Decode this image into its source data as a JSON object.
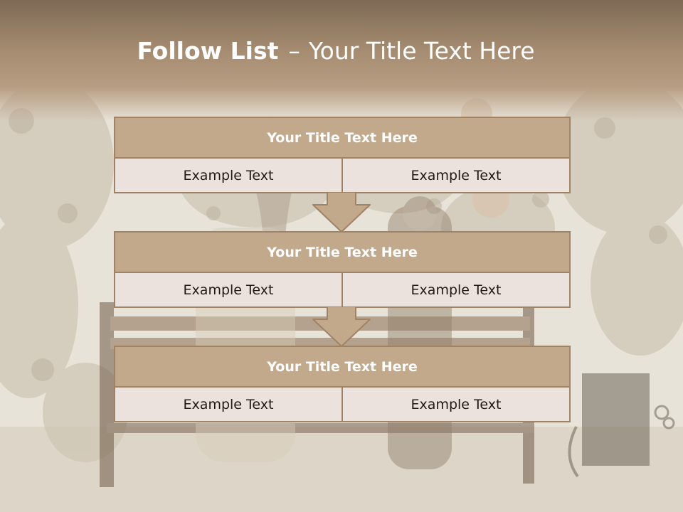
{
  "slide": {
    "title_bold": "Follow List",
    "title_dash": "–",
    "title_rest": "Your Title Text Here"
  },
  "list": [
    {
      "title": "Your Title Text Here",
      "left": "Example Text",
      "right": "Example Text"
    },
    {
      "title": "Your Title Text Here",
      "left": "Example Text",
      "right": "Example Text"
    },
    {
      "title": "Your Title Text Here",
      "left": "Example Text",
      "right": "Example Text"
    }
  ],
  "colors": {
    "header": "#a48a6f",
    "block_title_fill": "#c3a98c",
    "block_border": "#a08365",
    "cell_fill": "#ebe2dd",
    "title_text": "#ffffff"
  },
  "icons": [
    "down-arrow-icon"
  ]
}
